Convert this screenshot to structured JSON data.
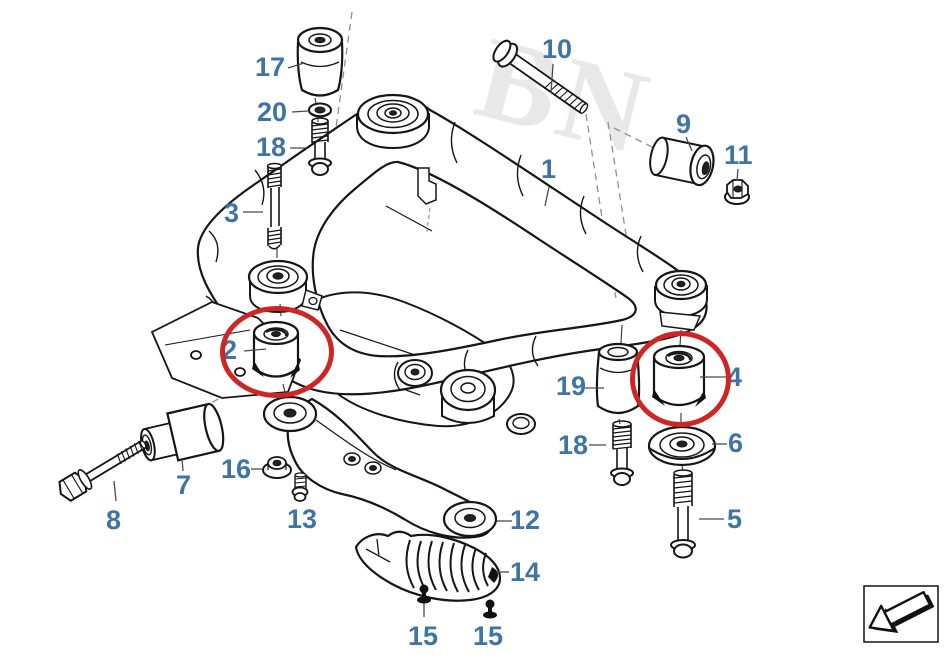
{
  "diagram": {
    "callouts": [
      {
        "id": "17",
        "text": "17"
      },
      {
        "id": "20",
        "text": "20"
      },
      {
        "id": "18-upper",
        "text": "18"
      },
      {
        "id": "3",
        "text": "3"
      },
      {
        "id": "10",
        "text": "10"
      },
      {
        "id": "9",
        "text": "9"
      },
      {
        "id": "11",
        "text": "11"
      },
      {
        "id": "1",
        "text": "1"
      },
      {
        "id": "2",
        "text": "2"
      },
      {
        "id": "19",
        "text": "19"
      },
      {
        "id": "4",
        "text": "4"
      },
      {
        "id": "18-lower",
        "text": "18"
      },
      {
        "id": "6",
        "text": "6"
      },
      {
        "id": "5",
        "text": "5"
      },
      {
        "id": "7",
        "text": "7"
      },
      {
        "id": "8",
        "text": "8"
      },
      {
        "id": "16",
        "text": "16"
      },
      {
        "id": "13",
        "text": "13"
      },
      {
        "id": "12",
        "text": "12"
      },
      {
        "id": "14",
        "text": "14"
      },
      {
        "id": "15-left",
        "text": "15"
      },
      {
        "id": "15-right",
        "text": "15"
      }
    ],
    "highlighted_callouts": [
      "2",
      "4"
    ]
  },
  "colors": {
    "label_number": "#3f74a6",
    "highlight_circle": "#d02525",
    "line": "#161616"
  },
  "watermark": {
    "text": "BN"
  }
}
